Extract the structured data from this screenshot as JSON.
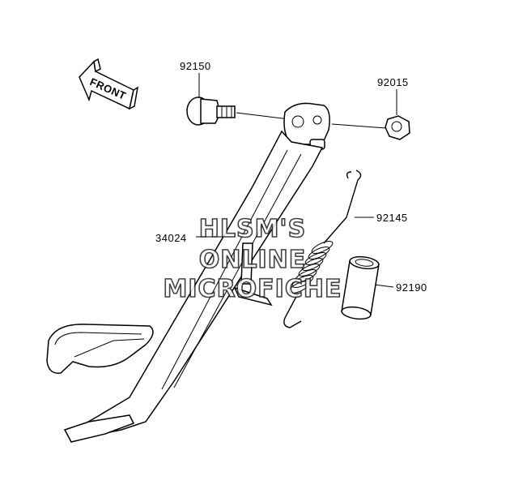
{
  "parts": [
    {
      "number": "92150"
    },
    {
      "number": "92015"
    },
    {
      "number": "92145"
    },
    {
      "number": "34024"
    },
    {
      "number": "92190"
    }
  ],
  "direction_label": "FRONT",
  "watermark": [
    "HLSM'S",
    "ONLINE",
    "MICROFICHE"
  ],
  "colors": {
    "background": "#ffffff",
    "ink": "#000000"
  }
}
